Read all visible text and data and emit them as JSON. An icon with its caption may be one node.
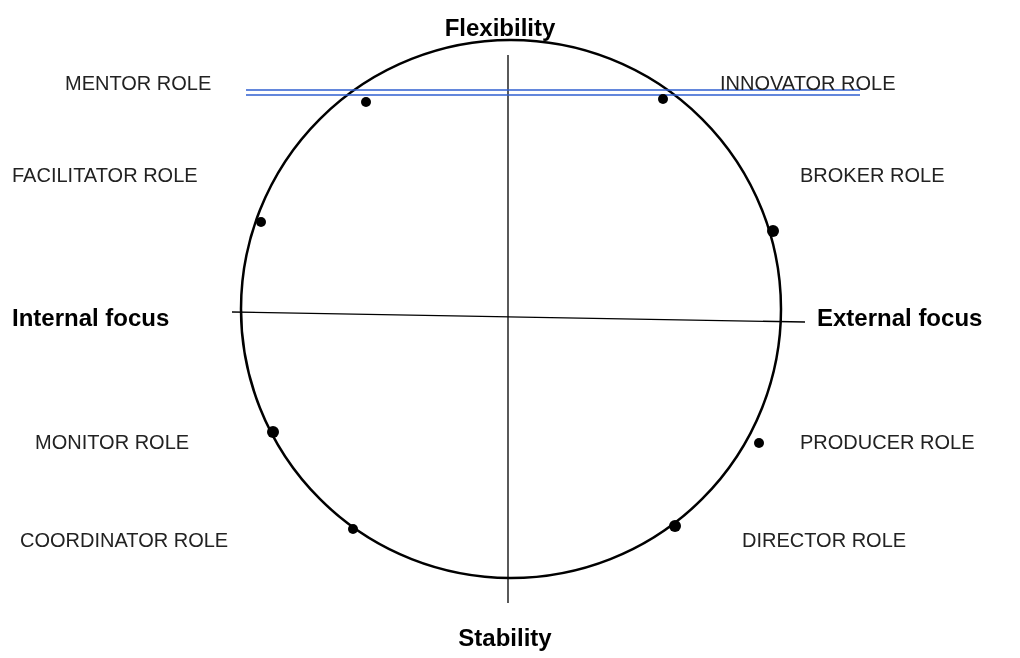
{
  "diagram": {
    "labels": [
      "Flexibility",
      "MENTOR ROLE",
      "INNOVATOR ROLE",
      "FACILITATOR ROLE",
      "BROKER ROLE",
      "Internal focus",
      "External focus",
      "MONITOR ROLE",
      "PRODUCER ROLE",
      "COORDINATOR ROLE",
      "DIRECTOR ROLE",
      "Stability"
    ]
  }
}
